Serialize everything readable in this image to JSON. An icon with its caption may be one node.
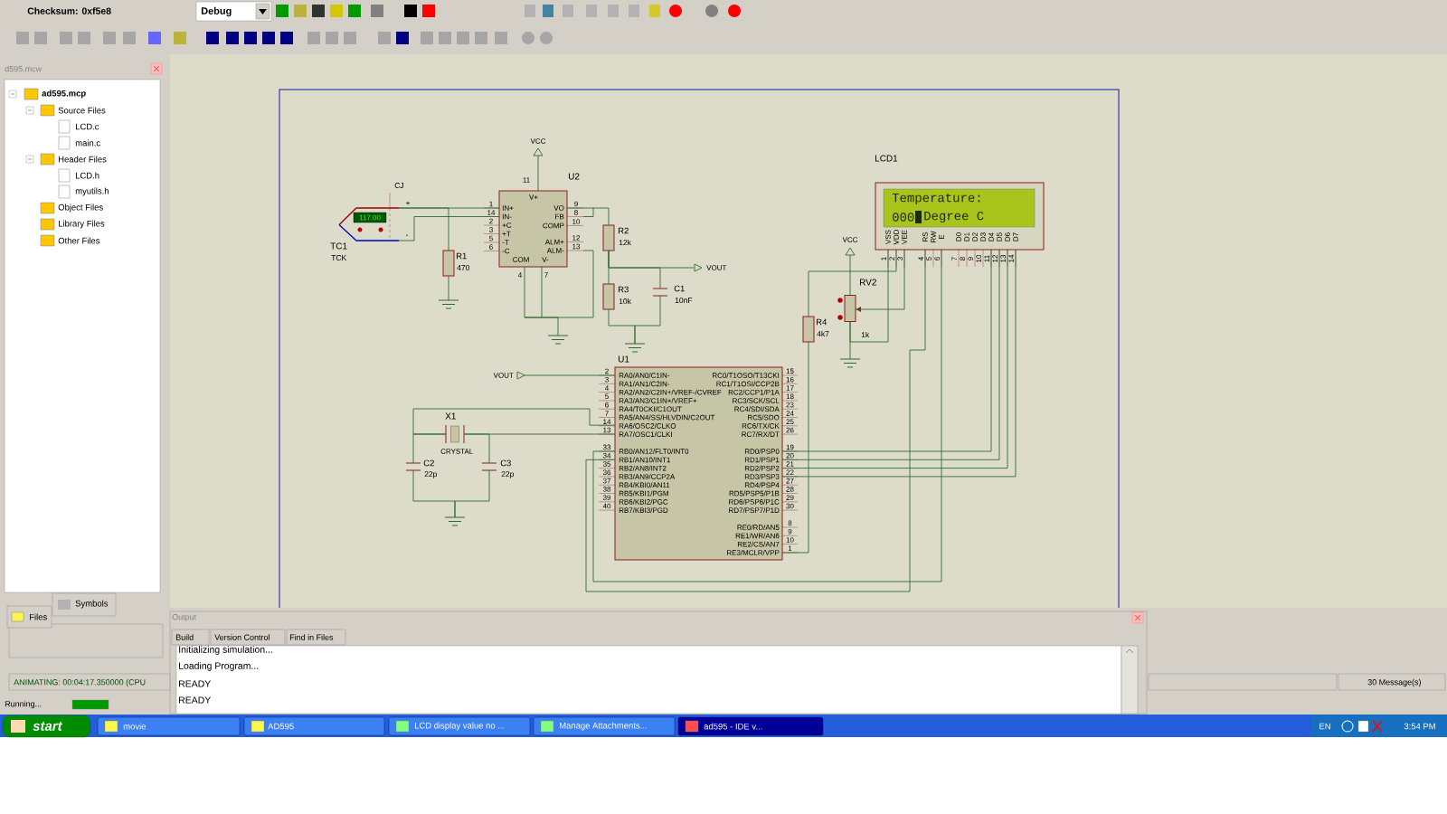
{
  "diagram": {
    "nodes": [
      {
        "text": [
          "TC1",
          "TCK",
          "117.00",
          "CJ",
          "+",
          "-"
        ]
      },
      {
        "text": [
          "U2",
          "V+",
          "IN+",
          "IN-",
          "+C",
          "+T",
          "-T",
          "-C",
          "VO",
          "FB",
          "COMP",
          "ALM+",
          "ALM-",
          "COM",
          "V-",
          "11",
          "1",
          "14",
          "2",
          "3",
          "5",
          "6",
          "9",
          "8",
          "10",
          "12",
          "13",
          "4",
          "7"
        ]
      },
      {
        "text": [
          "R1",
          "470"
        ]
      },
      {
        "text": [
          "R2",
          "12k"
        ]
      },
      {
        "text": [
          "R3",
          "10k"
        ]
      },
      {
        "text": [
          "C1",
          "10nF"
        ]
      },
      {
        "beside": [
          "1",
          "2",
          "3",
          "4",
          "5",
          "6",
          "7",
          "8",
          "9",
          "10",
          "11",
          "12",
          "13",
          "14"
        ],
        "text": [
          "LCD1",
          "Temperature:",
          "000",
          "Degree C",
          "VSS",
          "VDD",
          "VEE",
          "RS",
          "RW",
          "E",
          "D0",
          "D1",
          "D2",
          "D3",
          "D4",
          "D5",
          "D6",
          "D7"
        ]
      },
      {
        "text": [
          "RV2",
          "1k"
        ]
      },
      {
        "text": [
          "R4",
          "4k7"
        ]
      },
      {
        "beside": [
          "2",
          "3",
          "4",
          "5",
          "6",
          "7",
          "14",
          "13",
          "33",
          "34",
          "35",
          "36",
          "37",
          "38",
          "39",
          "40",
          "15",
          "16",
          "17",
          "18",
          "23",
          "24",
          "25",
          "26",
          "19",
          "20",
          "21",
          "22",
          "27",
          "28",
          "29",
          "30",
          "8",
          "9",
          "10",
          "1"
        ],
        "text": [
          "U1",
          "RA0/AN0/C1IN-",
          "RA1/AN1/C2IN-",
          "RA2/AN2/C2IN+/VREF-/CVREF",
          "RA3/AN3/C1IN+/VREF+",
          "RA4/T0CKI/C1OUT",
          "RA5/AN4/SS/HLVDIN/C2OUT",
          "RA6/OSC2/CLKO",
          "RA7/OSC1/CLKI",
          "RB0/AN12/FLT0/INT0",
          "RB1/AN10/INT1",
          "RB2/AN8/INT2",
          "RB3/AN9/CCP2A",
          "RB4/KBI0/AN11",
          "RB5/KBI1/PGM",
          "RB6/KBI2/PGC",
          "RB7/KBI3/PGD",
          "RC0/T1OSO/T13CKI",
          "RC1/T1OSI/CCP2B",
          "RC2/CCP1/P1A",
          "RC3/SCK/SCL",
          "RC4/SDI/SDA",
          "RC5/SDO",
          "RC6/TX/CK",
          "RC7/RX/DT",
          "RD0/PSP0",
          "RD1/PSP1",
          "RD2/PSP2",
          "RD3/PSP3",
          "RD4/PSP4",
          "RD5/PSP5/P1B",
          "RD6/PSP6/P1C",
          "RD7/PSP7/P1D",
          "RE0/RD/AN5",
          "RE1/WR/AN6",
          "RE2/CS/AN7",
          "RE3/MCLR/VPP"
        ]
      },
      {
        "text": [
          "X1",
          "CRYSTAL"
        ]
      },
      {
        "text": [
          "C2",
          "22p"
        ]
      },
      {
        "text": [
          "C3",
          "22p"
        ]
      },
      {
        "text": [
          "VCC"
        ]
      },
      {
        "text": [
          "VCC"
        ]
      },
      {
        "text": [
          "VOUT"
        ]
      },
      {
        "text": [
          "VOUT"
        ]
      },
      {
        "text": [],
        "shape": "ground"
      },
      {
        "text": [],
        "shape": "ground"
      },
      {
        "text": [],
        "shape": "ground"
      },
      {
        "text": [],
        "shape": "ground"
      },
      {
        "text": [],
        "shape": "ground"
      }
    ],
    "edges": [
      {
        "from": 0,
        "to": 1,
        "arrow": "none"
      },
      {
        "from": 0,
        "to": 1,
        "arrow": "none"
      },
      {
        "from": 0,
        "to": 2,
        "arrow": "none"
      },
      {
        "from": 2,
        "to": 17,
        "arrow": "none"
      },
      {
        "from": 1,
        "to": 18,
        "arrow": "none"
      },
      {
        "from": 1,
        "to": 3,
        "arrow": "none"
      },
      {
        "from": 3,
        "to": 4,
        "arrow": "none"
      },
      {
        "from": 3,
        "to": 15,
        "arrow": "none"
      },
      {
        "from": 3,
        "to": 5,
        "arrow": "none"
      },
      {
        "from": 4,
        "to": 19,
        "arrow": "none"
      },
      {
        "from": 5,
        "to": 19,
        "arrow": "none"
      },
      {
        "from": 13,
        "to": 1,
        "arrow": "none"
      },
      {
        "from": 14,
        "to": 7,
        "arrow": "none"
      },
      {
        "from": 7,
        "to": 20,
        "arrow": "none"
      },
      {
        "from": 7,
        "to": 6,
        "arrow": "none"
      },
      {
        "from": 8,
        "to": 6,
        "arrow": "none"
      },
      {
        "from": 7,
        "to": 6,
        "arrow": "none"
      },
      {
        "from": 6,
        "to": 9,
        "arrow": "none"
      },
      {
        "from": 6,
        "to": 9,
        "arrow": "none"
      },
      {
        "from": 9,
        "to": 6,
        "arrow": "none"
      },
      {
        "from": 9,
        "to": 6,
        "arrow": "none"
      },
      {
        "from": 9,
        "to": 6,
        "arrow": "none"
      },
      {
        "from": 9,
        "to": 6,
        "arrow": "none"
      },
      {
        "from": 9,
        "to": 8,
        "arrow": "none"
      },
      {
        "from": 16,
        "to": 9,
        "arrow": "none"
      },
      {
        "from": 10,
        "to": 9,
        "arrow": "none"
      },
      {
        "from": 10,
        "to": 9,
        "arrow": "none"
      },
      {
        "from": 10,
        "to": 11,
        "arrow": "none"
      },
      {
        "from": 10,
        "to": 12,
        "arrow": "none"
      },
      {
        "from": 11,
        "to": 21,
        "arrow": "none"
      },
      {
        "from": 12,
        "to": 21,
        "arrow": "none"
      }
    ],
    "labels": [
      "Checksum: 0xf5e8",
      "Debug",
      "d595.mcw",
      "ad595.mcp",
      "Source Files",
      "LCD.c",
      "main.c",
      "Header Files",
      "LCD.h",
      "myutils.h",
      "Object Files",
      "Library Files",
      "Other Files",
      "Files",
      "Symbols",
      "Output",
      "Build",
      "Version Control",
      "Find in Files",
      "Initializing simulation...",
      "Loading Program...",
      "READY",
      "READY",
      "ANIMATING: 00:04:17.350000 (CPU",
      "Running...",
      "30 Message(s)",
      "start",
      "movie",
      "AD595",
      "LCD display value no ...",
      "Manage Attachments...",
      "ad595 - IDE v...",
      "EN",
      "3:54 PM"
    ]
  }
}
